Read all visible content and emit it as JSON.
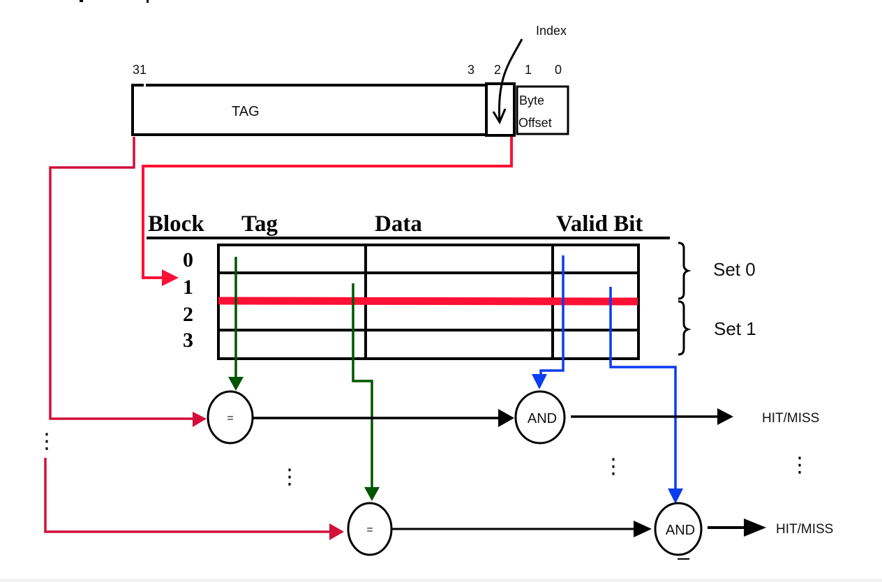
{
  "address": {
    "bit_labels": {
      "b31": "31",
      "b3": "3",
      "b2": "2",
      "b1": "1",
      "b0": "0"
    },
    "tag_label": "TAG",
    "byte_offset_line1": "Byte",
    "byte_offset_line2": "Offset",
    "index_label": "Index"
  },
  "table": {
    "headers": {
      "block": "Block",
      "tag": "Tag",
      "data": "Data",
      "valid": "Valid Bit"
    },
    "block_numbers": [
      "0",
      "1",
      "2",
      "3"
    ],
    "sets": [
      "Set 0",
      "Set 1"
    ]
  },
  "comparators": {
    "equal_symbol": "=",
    "and_label": "AND"
  },
  "outputs": {
    "hit_miss": "HIT/MISS"
  },
  "ellipsis": "⋮",
  "colors": {
    "tag_path": "#d0103a",
    "index_path": "#ff1035",
    "tag_compare": "#005500",
    "valid_path": "#0a3cf0",
    "line": "#000000"
  }
}
